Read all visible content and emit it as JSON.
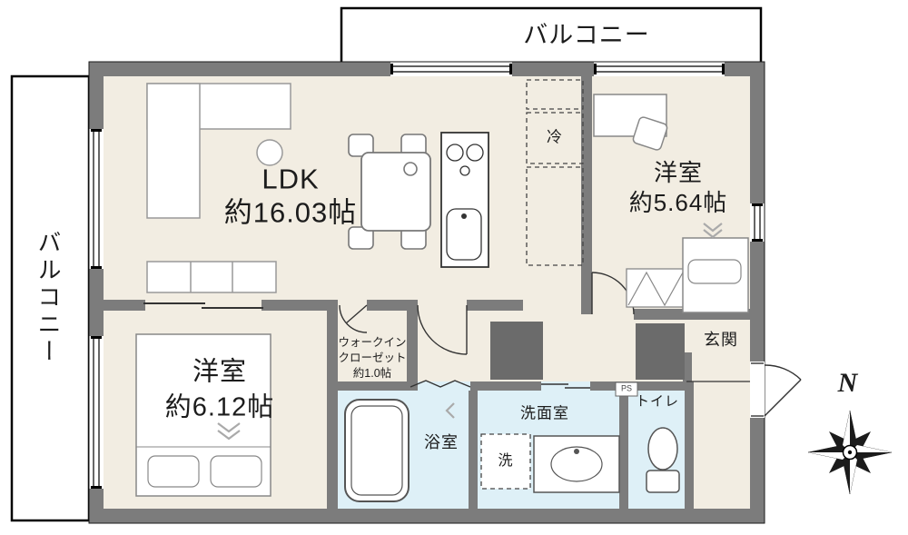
{
  "meta": {
    "type": "apartment-floor-plan"
  },
  "colors": {
    "wall": "#7c7c7c",
    "dark_block": "#6b6b6b",
    "floor": "#f2ede2",
    "wet_area": "#def0f7",
    "line": "#1c1c1c"
  },
  "labels": {
    "balcony_top": "バルコニー",
    "balcony_left": "バルコニー",
    "ldk": {
      "name": "LDK",
      "size": "約16.03帖"
    },
    "bedroom1": {
      "name": "洋室",
      "size": "約5.64帖"
    },
    "bedroom2": {
      "name": "洋室",
      "size": "約6.12帖"
    },
    "wic": {
      "line1": "ウォークイン",
      "line2": "クローゼット",
      "line3": "約1.0帖"
    },
    "fridge": "冷",
    "entrance": "玄関",
    "bathroom": "浴室",
    "washroom": "洗面室",
    "laundry": "洗",
    "toilet": "トイレ",
    "pipe_space": "PS",
    "compass_north": "N"
  }
}
